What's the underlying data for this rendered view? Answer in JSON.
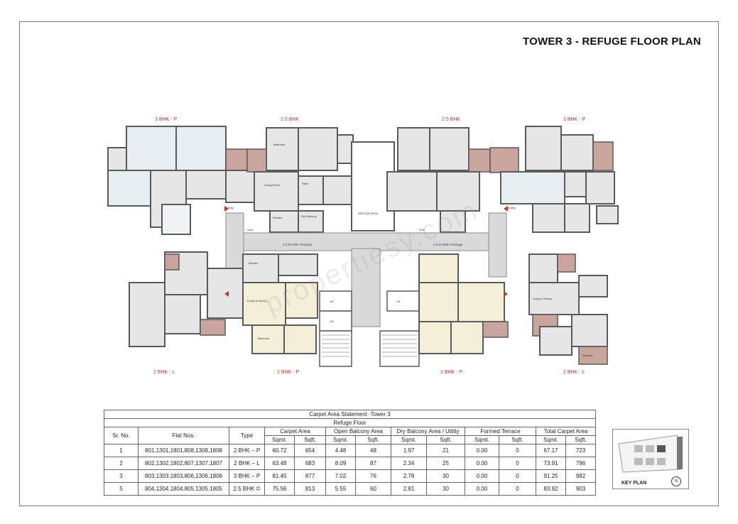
{
  "title": "TOWER 3 - REFUGE FLOOR PLAN",
  "plan": {
    "units_top": [
      "3 BHK - P",
      "2.5 BHK",
      "2.5 BHK",
      "3 BHK - P"
    ],
    "units_bottom": [
      "2 BHK - L",
      "2 BHK - P",
      "2 BHK - P",
      "2 BHK - L"
    ],
    "refuge_area": "REFUGE AREA",
    "passage": "1.5 M Wide Passage",
    "rooms": [
      "Living Room",
      "Bedroom",
      "Kitchen",
      "Toilet",
      "Dry Balcony",
      "Lobby",
      "Void",
      "Lift",
      "Bedroom",
      "Living & Dining",
      "Balcony"
    ],
    "watermark": "propertiesy.com"
  },
  "table": {
    "caption": "Carpet Area Statement -Tower 3",
    "subcaption": "Refuge Floor",
    "headers": [
      "Sr. No.",
      "Flat Nos.",
      "Type",
      "Carpet Area",
      "Open Balcony Area",
      "Dry Balcony Area / Utility",
      "Formed Terrace",
      "Total Carpet Area"
    ],
    "units": [
      "Sqmt.",
      "Sqft.",
      "Sqmt.",
      "Sqft.",
      "Sqmt.",
      "Sqft.",
      "Sqmt.",
      "Sqft.",
      "Sqmt.",
      "Sqft."
    ],
    "rows": [
      [
        "1",
        "801,1301,1801,808,1308,1808",
        "2 BHK – P",
        "60.72",
        "654",
        "4.48",
        "48",
        "1.97",
        "21",
        "0.00",
        "0",
        "67.17",
        "723"
      ],
      [
        "2",
        "802,1302,1802,807,1307,1807",
        "2 BHK – L",
        "63.48",
        "683",
        "8.09",
        "87",
        "2.34",
        "25",
        "0.00",
        "0",
        "73.91",
        "796"
      ],
      [
        "3",
        "803,1303,1803,806,1306,1806",
        "3 BHK – P",
        "81.45",
        "877",
        "7.02",
        "76",
        "2.78",
        "30",
        "0.00",
        "0",
        "91.25",
        "982"
      ],
      [
        "5",
        "804.1304.1804.805.1305.1805",
        "2.5 BHK ©",
        "75.56",
        "813",
        "5.55",
        "60",
        "2.81",
        "30",
        "0.00",
        "0",
        "83.92",
        "903"
      ]
    ]
  },
  "keyplan": {
    "label": "KEY PLAN",
    "north": "N"
  },
  "colors": {
    "wall": "#5a5a5a",
    "room": "#e6e6e6",
    "balcony": "#c9a59e",
    "terrace": "#f3efd9",
    "accent": "#c0392b"
  }
}
